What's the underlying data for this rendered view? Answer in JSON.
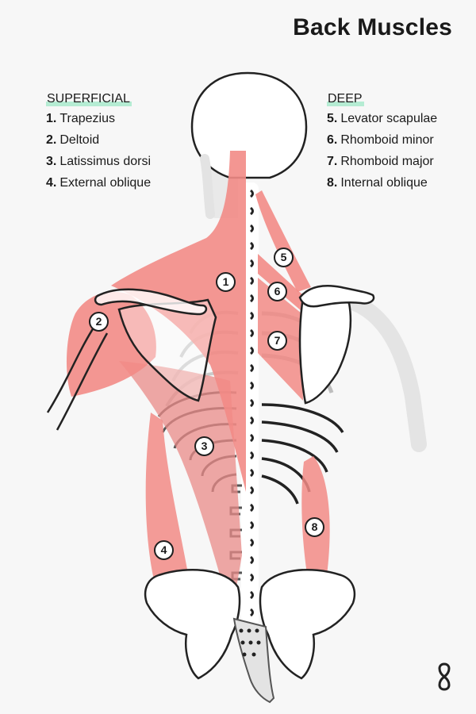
{
  "title": "Back Muscles",
  "legend": {
    "superficial": {
      "heading": "SUPERFICIAL",
      "items": [
        {
          "num": "1.",
          "label": "Trapezius"
        },
        {
          "num": "2.",
          "label": "Deltoid"
        },
        {
          "num": "3.",
          "label": "Latissimus dorsi"
        },
        {
          "num": "4.",
          "label": "External oblique"
        }
      ]
    },
    "deep": {
      "heading": "DEEP",
      "items": [
        {
          "num": "5.",
          "label": "Levator scapulae"
        },
        {
          "num": "6.",
          "label": "Rhomboid minor"
        },
        {
          "num": "7.",
          "label": "Rhomboid major"
        },
        {
          "num": "8.",
          "label": "Internal oblique"
        }
      ]
    }
  },
  "markers": [
    "1",
    "2",
    "3",
    "4",
    "5",
    "6",
    "7",
    "8"
  ],
  "colors": {
    "muscle": "#f28b86",
    "bone": "#ffffff",
    "bone_shadow": "#cccccc",
    "outline": "#222222",
    "highlight": "#b5ecd3",
    "background": "#f7f7f7"
  }
}
